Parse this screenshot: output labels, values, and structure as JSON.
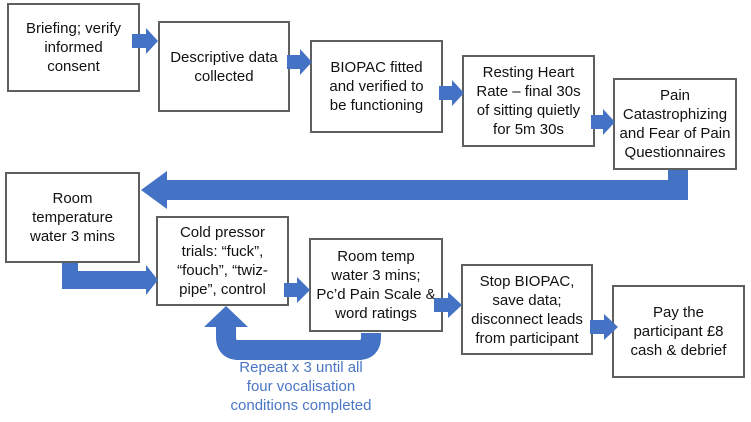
{
  "diagram": {
    "type": "flowchart",
    "colors": {
      "arrow": "#4472C4",
      "box_border": "#5F5F5F",
      "box_text": "#111111",
      "loop_text": "#4B76C5",
      "background": "#FFFFFF"
    },
    "boxes": [
      {
        "id": "briefing",
        "label": "Briefing; verify\ninformed\nconsent"
      },
      {
        "id": "descriptive-data",
        "label": "Descriptive data\ncollected"
      },
      {
        "id": "biopac-fitted",
        "label": "BIOPAC fitted\nand verified to\nbe functioning"
      },
      {
        "id": "resting-heart-rate",
        "label": "Resting Heart\nRate – final 30s\nof sitting quietly\nfor 5m 30s"
      },
      {
        "id": "questionnaires",
        "label": "Pain\nCatastrophizing\nand Fear of Pain\nQuestionnaires"
      },
      {
        "id": "room-temp-water",
        "label": "Room\ntemperature\nwater 3 mins"
      },
      {
        "id": "cold-pressor-trials",
        "label": "Cold pressor\ntrials: “fuck”,\n“fouch”, “twiz-\npipe”,  control"
      },
      {
        "id": "room-temp-ratings",
        "label": "Room temp\nwater 3 mins;\nPc’d Pain Scale &\nword ratings"
      },
      {
        "id": "stop-biopac",
        "label": "Stop BIOPAC,\nsave data;\ndisconnect leads\nfrom participant"
      },
      {
        "id": "pay-participant",
        "label": "Pay the\nparticipant £8\ncash & debrief"
      }
    ],
    "loop_label": "Repeat x 3 until all\nfour vocalisation\nconditions completed"
  }
}
